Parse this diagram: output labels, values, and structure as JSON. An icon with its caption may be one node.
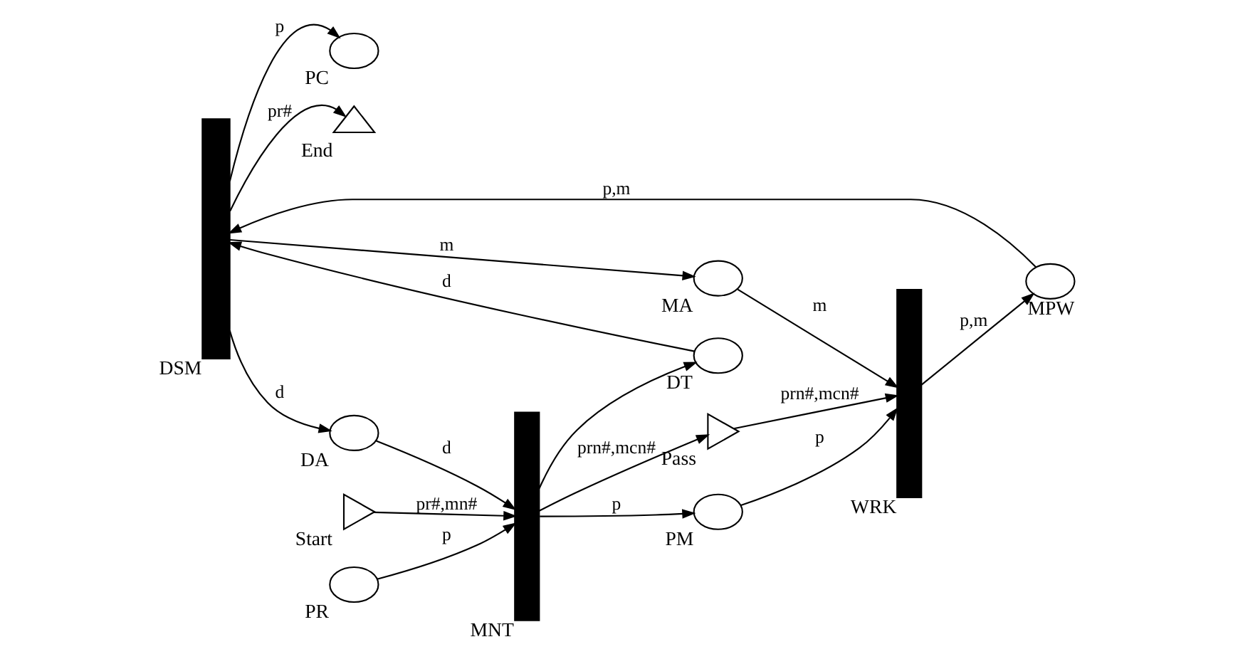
{
  "diagram": {
    "nodes": [
      {
        "text": [],
        "shape": "circle",
        "beside": [
          "PC"
        ]
      },
      {
        "text": [],
        "shape": "triangle",
        "beside": [
          "End"
        ]
      },
      {
        "text": [],
        "shape": "bar",
        "beside": [
          "DSM"
        ]
      },
      {
        "text": [],
        "shape": "circle",
        "beside": [
          "DA"
        ]
      },
      {
        "text": [],
        "shape": "circle",
        "beside": [
          "MPW"
        ]
      },
      {
        "text": [],
        "shape": "bar",
        "beside": [
          "MNT"
        ]
      },
      {
        "text": [],
        "shape": "circle",
        "beside": [
          "DT"
        ]
      },
      {
        "text": [],
        "shape": "circle",
        "beside": [
          "MA"
        ]
      },
      {
        "text": [],
        "shape": "circle",
        "beside": [
          "PR"
        ]
      },
      {
        "text": [],
        "shape": "circle",
        "beside": [
          "PM"
        ]
      },
      {
        "text": [],
        "shape": "bar",
        "beside": [
          "WRK"
        ]
      },
      {
        "text": [],
        "shape": "triangle",
        "beside": [
          "Start"
        ]
      },
      {
        "text": [],
        "shape": "triangle",
        "beside": [
          "Pass"
        ]
      }
    ],
    "edges": [
      {
        "from": 2,
        "to": 3,
        "arrow": "to",
        "label": "d"
      },
      {
        "from": 2,
        "to": 0,
        "arrow": "to",
        "label": "p"
      },
      {
        "from": 2,
        "to": 1,
        "arrow": "to",
        "label": "pr#"
      },
      {
        "from": 4,
        "to": 2,
        "arrow": "to",
        "label": "p,m"
      },
      {
        "from": 6,
        "to": 2,
        "arrow": "to",
        "label": "d"
      },
      {
        "from": 2,
        "to": 7,
        "arrow": "to",
        "label": "m"
      },
      {
        "from": 3,
        "to": 5,
        "arrow": "to",
        "label": "d"
      },
      {
        "from": 5,
        "to": 6,
        "arrow": "to"
      },
      {
        "from": 10,
        "to": 4,
        "arrow": "to",
        "label": "p,m"
      },
      {
        "from": 7,
        "to": 10,
        "arrow": "to",
        "label": "m"
      },
      {
        "from": 8,
        "to": 5,
        "arrow": "to",
        "label": "p"
      },
      {
        "from": 5,
        "to": 9,
        "arrow": "to",
        "label": "p"
      },
      {
        "from": 9,
        "to": 10,
        "arrow": "to",
        "label": "p"
      },
      {
        "from": 11,
        "to": 5,
        "arrow": "to",
        "label": "pr#,mn#"
      },
      {
        "from": 5,
        "to": 12,
        "arrow": "to",
        "label": "prn#,mcn#"
      },
      {
        "from": 12,
        "to": 10,
        "arrow": "to",
        "label": "prn#,mcn#"
      }
    ]
  }
}
